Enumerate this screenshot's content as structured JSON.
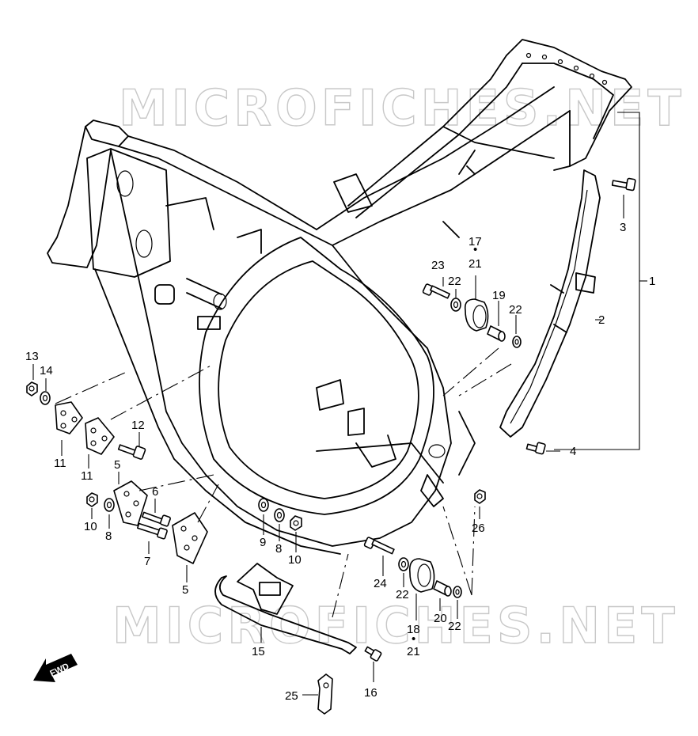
{
  "watermark": "MICROFICHES.NET",
  "forward_label": "FWD",
  "callouts": {
    "c1": "1",
    "c2": "2",
    "c3": "3",
    "c4": "4",
    "c5a": "5",
    "c5b": "5",
    "c6": "6",
    "c7": "7",
    "c8a": "8",
    "c8b": "8",
    "c9": "9",
    "c10a": "10",
    "c10b": "10",
    "c11a": "11",
    "c11b": "11",
    "c12": "12",
    "c13": "13",
    "c14": "14",
    "c15": "15",
    "c16": "16",
    "c17": "17",
    "c18": "18",
    "c19": "19",
    "c20": "20",
    "c21a": "21",
    "c21b": "21",
    "c22a": "22",
    "c22b": "22",
    "c22c": "22",
    "c22d": "22",
    "c23": "23",
    "c24": "24",
    "c25": "25",
    "c26": "26",
    "dot": "•"
  }
}
